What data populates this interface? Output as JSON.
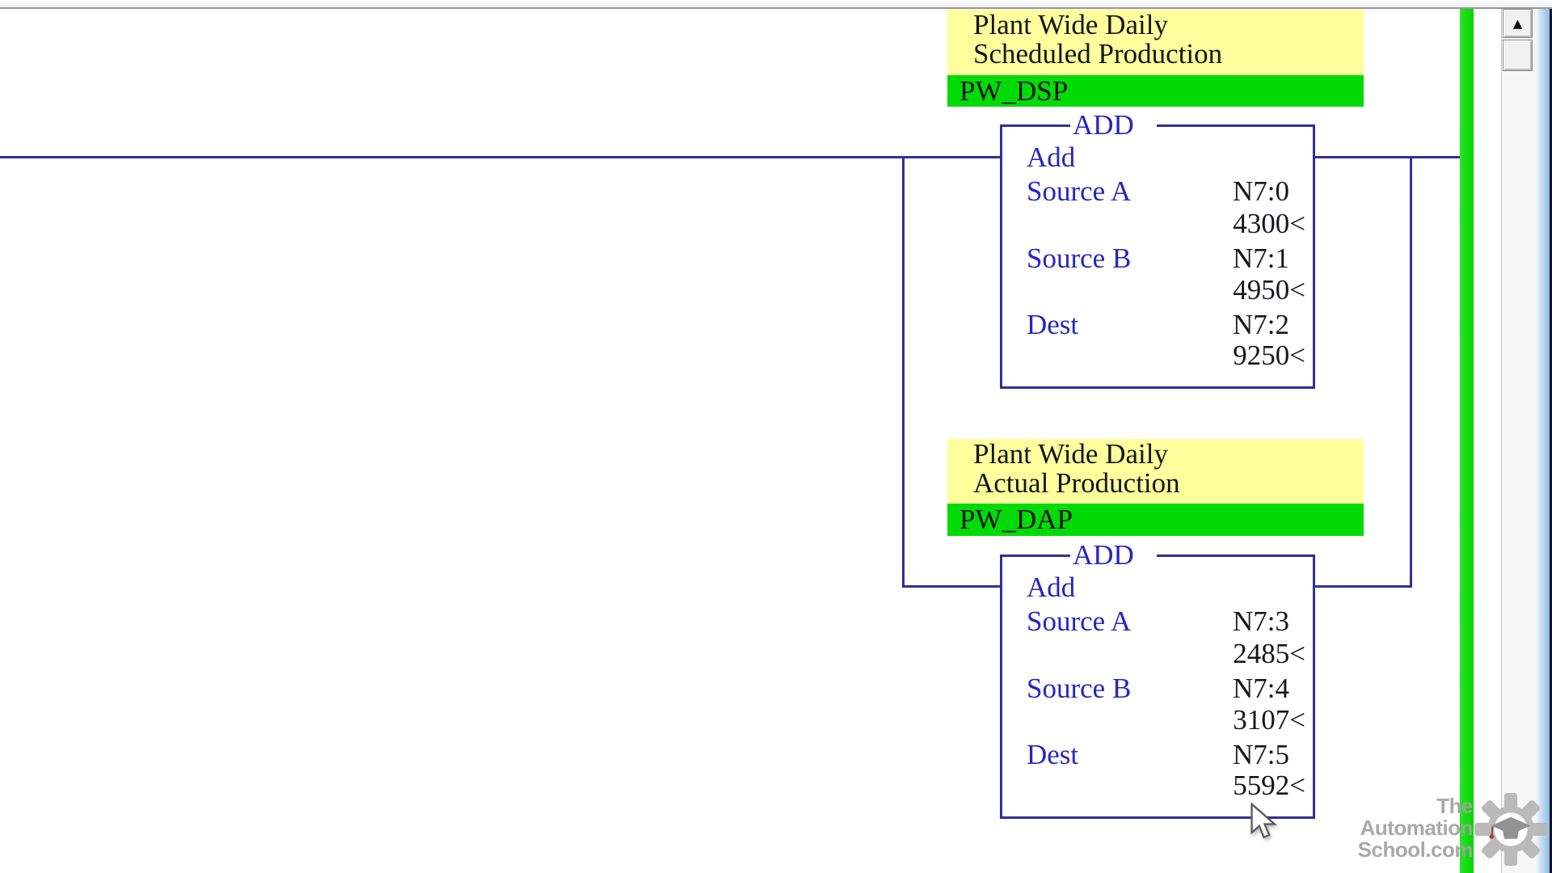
{
  "instructions": [
    {
      "description": [
        "Plant Wide Daily",
        "Scheduled Production"
      ],
      "symbol": "PW_DSP",
      "mnemonic": "ADD",
      "op_label": "Add",
      "params": [
        {
          "label": "Source A",
          "address": "N7:0",
          "value": "4300<"
        },
        {
          "label": "Source B",
          "address": "N7:1",
          "value": "4950<"
        },
        {
          "label": "Dest",
          "address": "N7:2",
          "value": "9250<"
        }
      ]
    },
    {
      "description": [
        "Plant Wide Daily",
        "Actual Production"
      ],
      "symbol": "PW_DAP",
      "mnemonic": "ADD",
      "op_label": "Add",
      "params": [
        {
          "label": "Source A",
          "address": "N7:3",
          "value": "2485<"
        },
        {
          "label": "Source B",
          "address": "N7:4",
          "value": "3107<"
        },
        {
          "label": "Dest",
          "address": "N7:5",
          "value": "5592<"
        }
      ]
    }
  ],
  "scrollbar": {
    "up_arrow": "▲"
  },
  "watermark": {
    "lines": [
      "The",
      "Automation",
      "School.com"
    ]
  },
  "colors": {
    "wire": "#30309a",
    "instruction_text": "#2626c0",
    "value_text": "#17171f",
    "description_bg": "#ffff9e",
    "symbol_bg": "#00db08",
    "power_rail": "#00d600"
  }
}
